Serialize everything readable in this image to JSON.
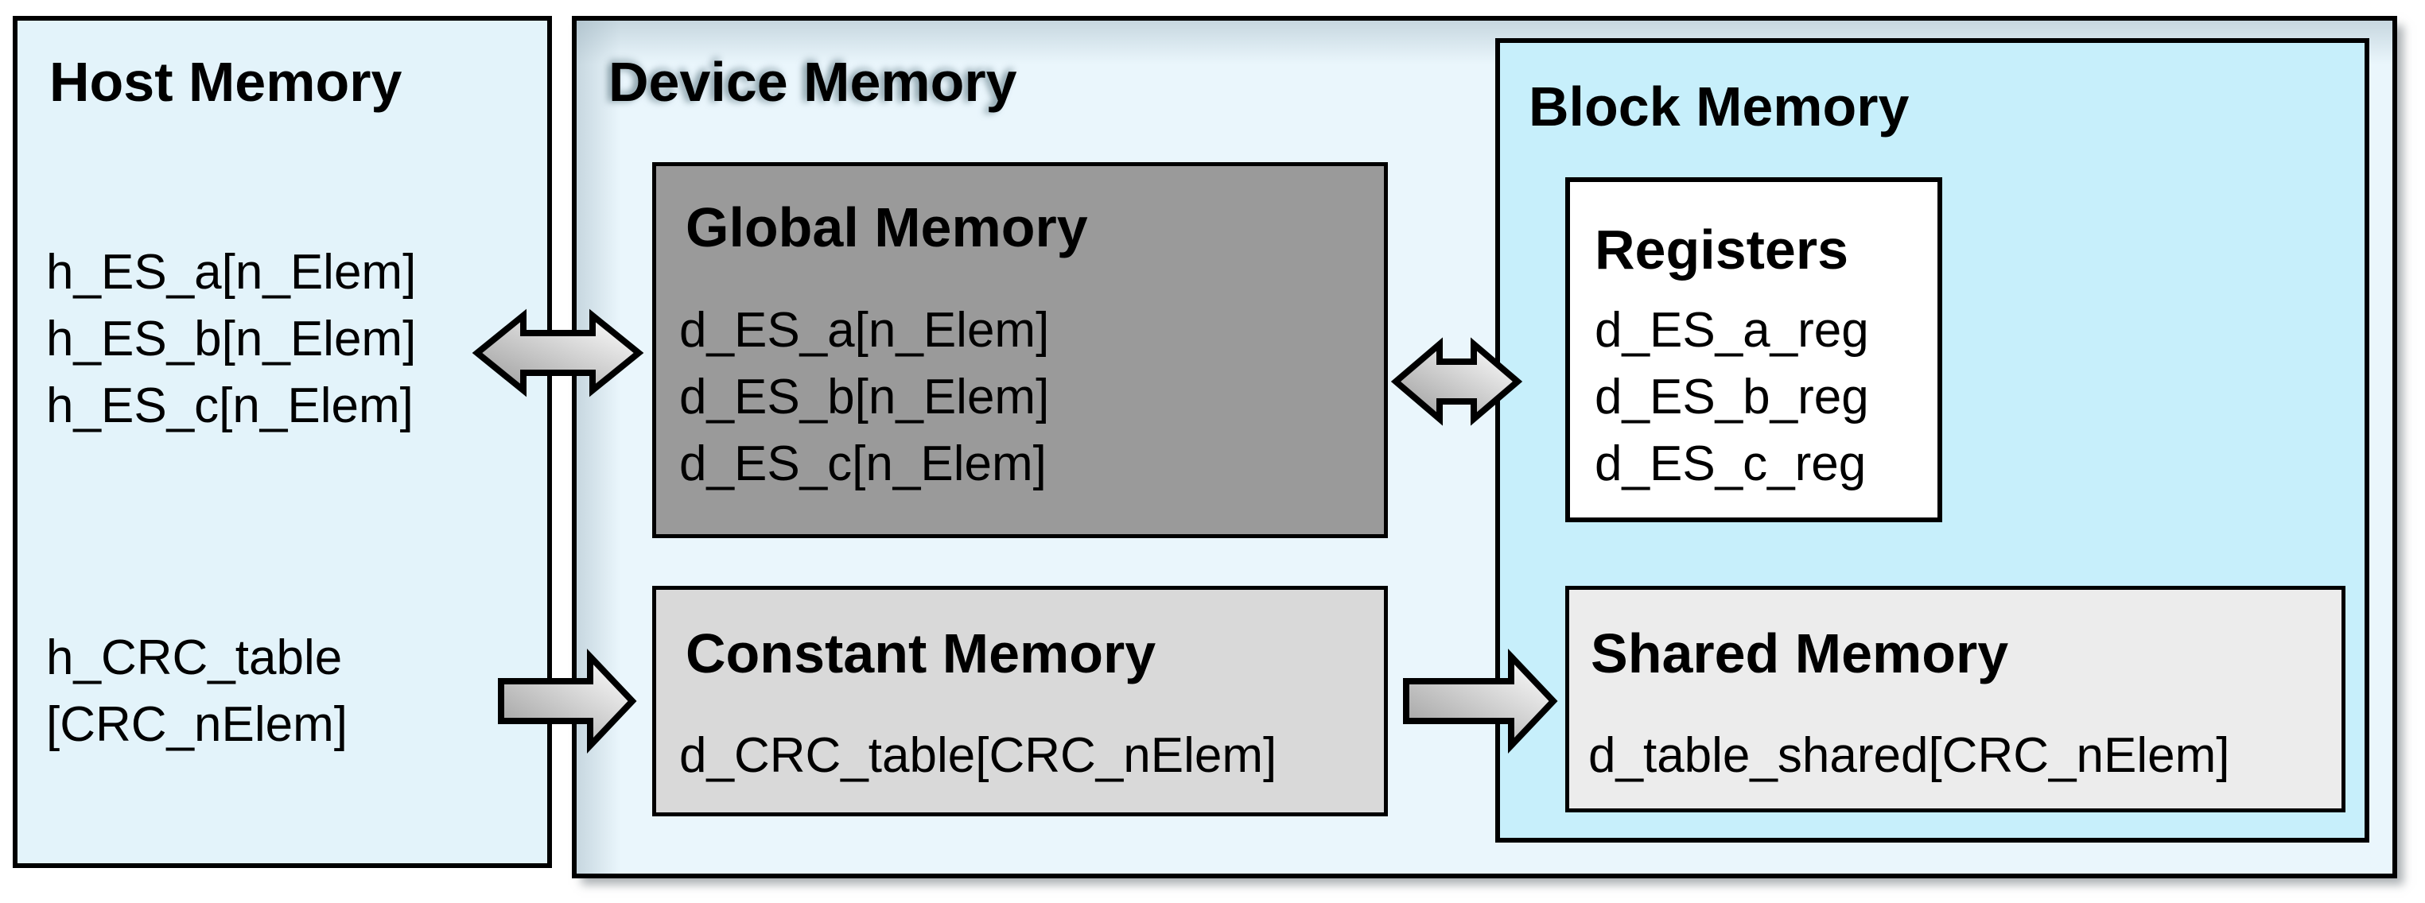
{
  "diagram": {
    "host": {
      "title": "Host Memory",
      "es_lines": [
        "h_ES_a[n_Elem]",
        "h_ES_b[n_Elem]",
        "h_ES_c[n_Elem]"
      ],
      "crc_lines": [
        "h_CRC_table",
        "[CRC_nElem]"
      ]
    },
    "device": {
      "title": "Device Memory",
      "global": {
        "title": "Global Memory",
        "lines": [
          "d_ES_a[n_Elem]",
          "d_ES_b[n_Elem]",
          "d_ES_c[n_Elem]"
        ]
      },
      "constant": {
        "title": "Constant Memory",
        "lines": [
          "d_CRC_table[CRC_nElem]"
        ]
      },
      "block": {
        "title": "Block Memory",
        "registers": {
          "title": "Registers",
          "lines": [
            "d_ES_a_reg",
            "d_ES_b_reg",
            "d_ES_c_reg"
          ]
        },
        "shared": {
          "title": "Shared Memory",
          "lines": [
            "d_table_shared[CRC_nElem]"
          ]
        }
      }
    },
    "arrows": [
      {
        "name": "host-global-arrow",
        "type": "double-headed"
      },
      {
        "name": "global-registers-arrow",
        "type": "double-headed"
      },
      {
        "name": "host-constant-arrow",
        "type": "single-headed-right"
      },
      {
        "name": "constant-shared-arrow",
        "type": "single-headed-right"
      }
    ],
    "colors": {
      "page_bg": "#ffffff",
      "host_fill": "#e3f3fa",
      "device_fill": "#eaf6fc",
      "block_fill": "#c7effb",
      "global_fill": "#9a9a9a",
      "constant_fill": "#d9d9d9",
      "shared_fill": "#ececec",
      "registers_fill": "#ffffff",
      "border": "#000000",
      "arrow_fill_start": "#999999",
      "arrow_fill_end": "#ffffff"
    }
  }
}
